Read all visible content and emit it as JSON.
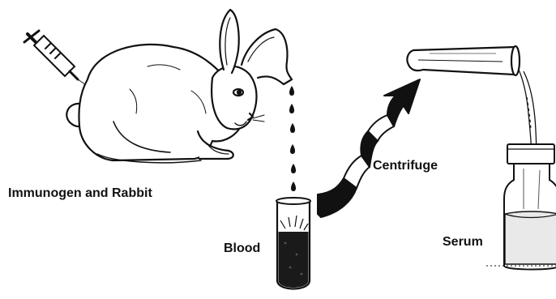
{
  "labels": {
    "immunogen_rabbit": "Immunogen and Rabbit",
    "centrifuge": "Centrifuge",
    "blood": "Blood",
    "serum": "Serum"
  },
  "colors": {
    "ink": "#111111",
    "blood": "#1a1a1a",
    "paper": "#ffffff"
  },
  "icons": {
    "syringe": "syringe-icon",
    "rabbit": "rabbit-illustration",
    "drops": "blood-drops",
    "blood_tube": "blood-test-tube",
    "centrifuge_arrow": "spiral-arrow-icon",
    "pour_tube": "pouring-test-tube",
    "serum_vial": "serum-vial"
  }
}
